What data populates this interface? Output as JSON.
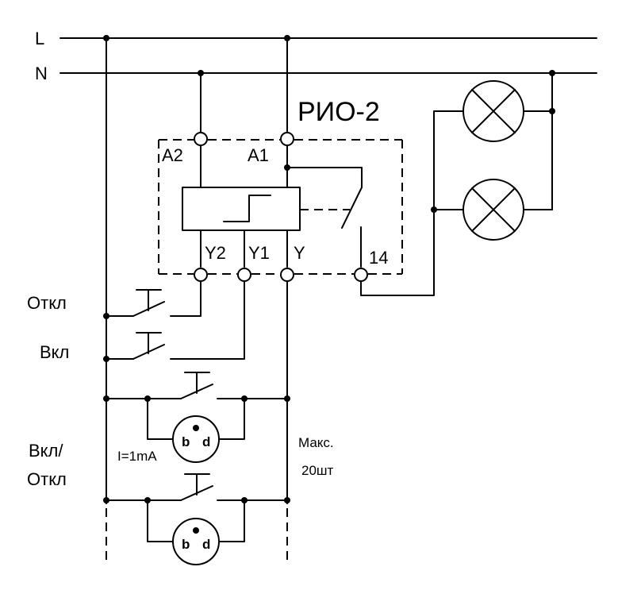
{
  "diagram": {
    "lines": {
      "phase": "L",
      "neutral": "N"
    },
    "device": "РИО-2",
    "terminals": {
      "a2": "A2",
      "a1": "A1",
      "y2": "Y2",
      "y1": "Y1",
      "y": "Y",
      "out14": "14"
    },
    "buttons": {
      "off": "Откл",
      "on": "Вкл",
      "toggle_line1": "Вкл/",
      "toggle_line2": "Откл"
    },
    "indicator": {
      "current": "I=1mA",
      "letter_left": "b",
      "letter_right": "d"
    },
    "note": {
      "line1": "Макс.",
      "line2": "20шт"
    }
  }
}
